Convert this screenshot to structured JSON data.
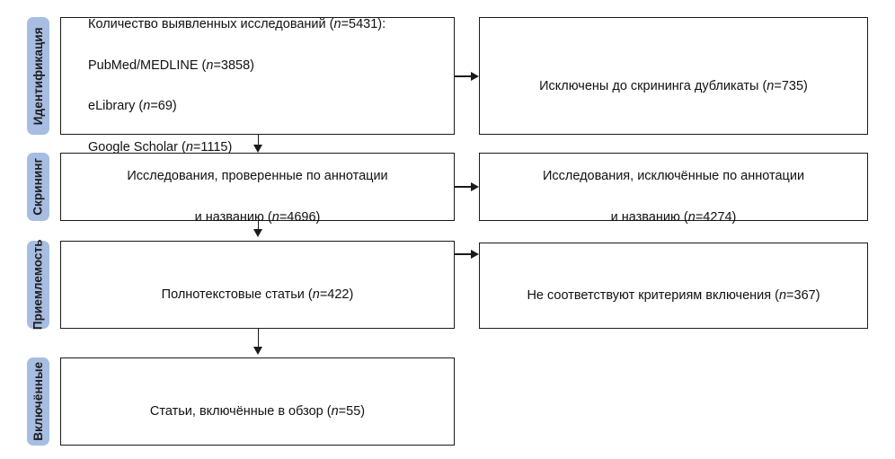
{
  "diagram": {
    "title": "PRISMA flow diagram",
    "accent_color": "#a7bde2",
    "line_color": "#1a1a1a",
    "box_background": "#ffffff"
  },
  "stages": [
    {
      "id": "identification",
      "label": "Идентификация"
    },
    {
      "id": "screening",
      "label": "Скрининг"
    },
    {
      "id": "eligibility",
      "label": "Приемлемость"
    },
    {
      "id": "included",
      "label": "Включённые"
    }
  ],
  "left_boxes": [
    {
      "id": "identified-records",
      "line1": "Количество выявленных исследований (n=5431):",
      "line2": "PubMed/MEDLINE (n=3858)",
      "line3": "eLibrary (n=69)",
      "line4": "Google Scholar (n=1115)"
    },
    {
      "id": "screened-records",
      "line1": "Исследования, проверенные по аннотации",
      "line2": "и названию (n=4696)"
    },
    {
      "id": "fulltext-articles",
      "line1": "Полнотекстовые статьи (n=422)"
    },
    {
      "id": "included-articles",
      "line1": "Статьи, включённые в обзор (n=55)"
    }
  ],
  "right_boxes": [
    {
      "id": "duplicates-removed",
      "line1": "Исключены до скрининга дубликаты (n=735)"
    },
    {
      "id": "excluded-by-title-abstract",
      "line1": "Исследования, исключённые по аннотации",
      "line2": "и названию (n=4274)"
    },
    {
      "id": "excluded-not-meeting-criteria",
      "line1": "Не соответствуют критериям включения (n=367)"
    }
  ],
  "counts": {
    "identified_total": 5431,
    "pubmed_medline": 3858,
    "elibrary": 69,
    "google_scholar": 1115,
    "duplicates_removed": 735,
    "screened": 4696,
    "excluded_title_abstract": 4274,
    "fulltext_assessed": 422,
    "excluded_criteria": 367,
    "included_in_review": 55
  }
}
